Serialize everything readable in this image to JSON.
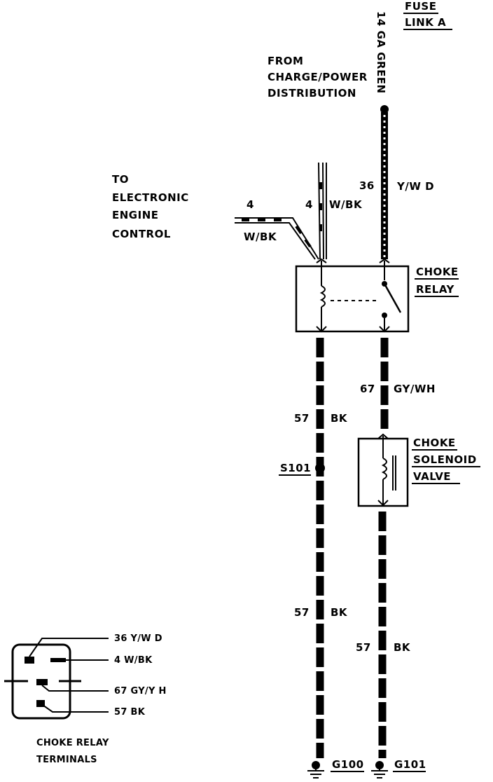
{
  "labels": {
    "fuse_link_line1": "FUSE",
    "fuse_link_line2": "LINK A",
    "feed_wire": "14 GA GREEN",
    "from_line1": "FROM",
    "from_line2": "CHARGE/POWER",
    "from_line3": "DISTRIBUTION",
    "to_line1": "TO",
    "to_line2": "ELECTRONIC",
    "to_line3": "ENGINE",
    "to_line4": "CONTROL",
    "circuit_4_left_num": "4",
    "circuit_4_left_color": "W/BK",
    "circuit_4_num": "4",
    "circuit_4_color": "W/BK",
    "circuit_36_num": "36",
    "circuit_36_color": "Y/W D",
    "choke_relay_line1": "CHOKE",
    "choke_relay_line2": "RELAY",
    "circuit_67_num": "67",
    "circuit_67_color": "GY/WH",
    "circuit_57a_num": "57",
    "circuit_57a_color": "BK",
    "splice": "S101",
    "solenoid_line1": "CHOKE",
    "solenoid_line2": "SOLENOID",
    "solenoid_line3": "VALVE",
    "circuit_57b_num": "57",
    "circuit_57b_color": "BK",
    "circuit_57c_num": "57",
    "circuit_57c_color": "BK",
    "ground_left": "G100",
    "ground_right": "G101"
  },
  "terminals": {
    "pin1": "36 Y/W D",
    "pin2": "4 W/BK",
    "pin3": "67 GY/Y H",
    "pin4": "57 BK",
    "caption_line1": "CHOKE RELAY",
    "caption_line2": "TERMINALS"
  }
}
